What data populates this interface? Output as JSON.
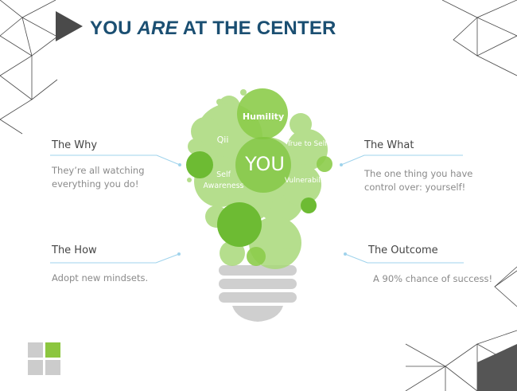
{
  "title": {
    "part1": "YOU ",
    "emphasis": "ARE",
    "part2": " AT THE CENTER"
  },
  "bulb": {
    "center_label": "YOU",
    "bubbles": {
      "humility": "Humility",
      "qii": "Qii",
      "true_to_self": "True to Self",
      "self_awareness": "Self Awareness",
      "vulnerability": "Vulnerability"
    }
  },
  "sections": {
    "why": {
      "heading": "The Why",
      "text_line1": "They’re all watching",
      "text_line2": "everything you do!"
    },
    "what": {
      "heading": "The What",
      "text_line1": "The one thing you have",
      "text_line2": "control over: yourself!"
    },
    "how": {
      "heading": "The How",
      "text_line1": "Adopt new mindsets."
    },
    "outcome": {
      "heading": "The Outcome",
      "text_line1": "A 90% chance of success!"
    }
  },
  "colors": {
    "title": "#1b4f72",
    "green_light": "#a9d97a",
    "green_mid": "#8ccc4a",
    "green_dark": "#6dbb33",
    "connector": "#9fd3ec",
    "socket": "#cfcfcf",
    "logo_grey": "#cccccc",
    "logo_green": "#8cc63f"
  }
}
